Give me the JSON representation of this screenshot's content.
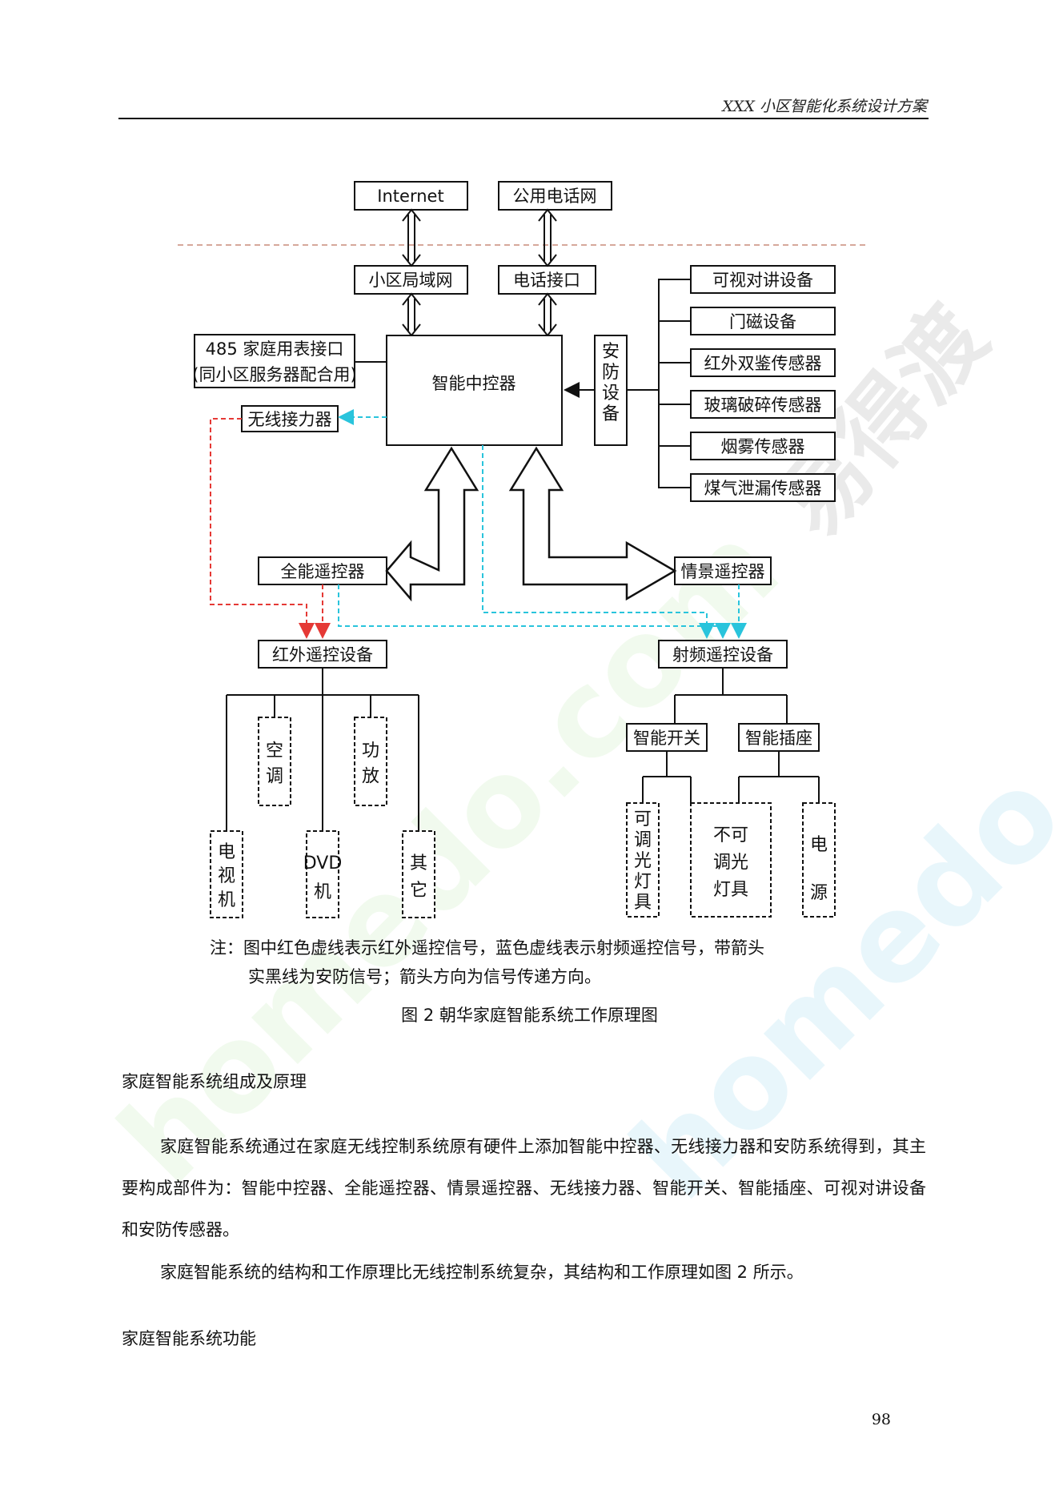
{
  "header": {
    "title": "XXX 小区智能化系统设计方案"
  },
  "diagram": {
    "internet": "Internet",
    "phone_net": "公用电话网",
    "lan": "小区局域网",
    "phone_port": "电话接口",
    "meter_line1": "485 家庭用表接口",
    "meter_line2": "(同小区服务器配合用)",
    "controller": "智能中控器",
    "security": [
      "安",
      "防",
      "设",
      "备"
    ],
    "security_devices": [
      "可视对讲设备",
      "门磁设备",
      "红外双鉴传感器",
      "玻璃破碎传感器",
      "烟雾传感器",
      "煤气泄漏传感器"
    ],
    "repeater": "无线接力器",
    "universal_remote": "全能遥控器",
    "scene_remote": "情景遥控器",
    "ir_device": "红外遥控设备",
    "rf_device": "射频遥控设备",
    "aircon": [
      "空",
      "调"
    ],
    "amp": [
      "功",
      "放"
    ],
    "tv": [
      "电",
      "视",
      "机"
    ],
    "dvd": [
      "DVD",
      "机"
    ],
    "other": [
      "其",
      "它"
    ],
    "smart_switch": "智能开关",
    "smart_socket": "智能插座",
    "dimmable": [
      "可",
      "调",
      "光",
      "灯",
      "具"
    ],
    "nondim": [
      "不可",
      "调光",
      "灯具"
    ],
    "power": [
      "电",
      "源"
    ]
  },
  "note": {
    "line1": "注：图中红色虚线表示红外遥控信号，蓝色虚线表示射频遥控信号，带箭头",
    "line2": "实黑线为安防信号；箭头方向为信号传递方向。"
  },
  "caption": "图 2  朝华家庭智能系统工作原理图",
  "section1": {
    "heading": "家庭智能系统组成及原理",
    "para1": "家庭智能系统通过在家庭无线控制系统原有硬件上添加智能中控器、无线接力器和安防系统得到，其主要构成部件为：智能中控器、全能遥控器、情景遥控器、无线接力器、智能开关、智能插座、可视对讲设备和安防传感器。",
    "para2": "家庭智能系统的结构和工作原理比无线控制系统复杂，其结构和工作原理如图  2 所示。"
  },
  "section2": {
    "heading": "家庭智能系统功能"
  },
  "watermarks": [
    "homedo.com",
    "homedo.com",
    "易得渡"
  ],
  "page_number": "98",
  "colors": {
    "ir_signal": "#e53935",
    "rf_signal": "#29c4dc",
    "dashed_border": "#c98b7a"
  }
}
